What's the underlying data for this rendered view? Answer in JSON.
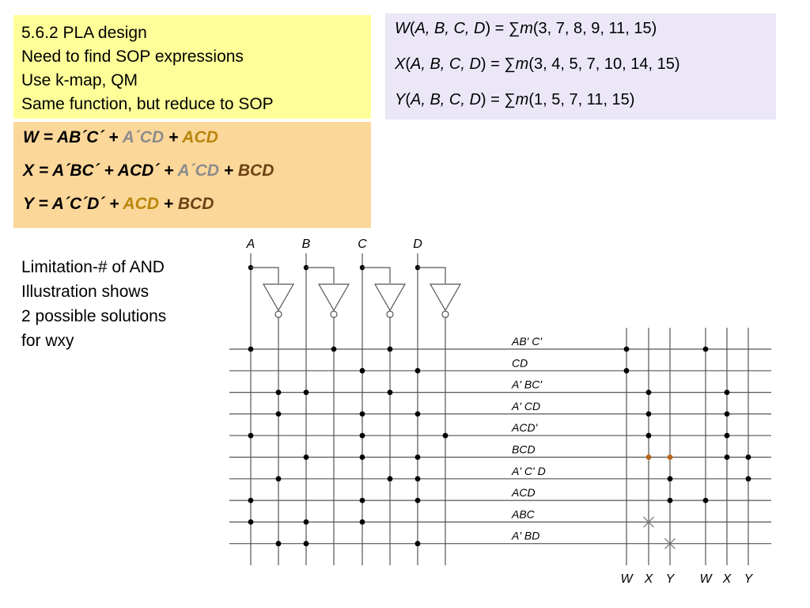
{
  "slide": {
    "intro_lines": [
      "5.6.2 PLA design",
      "Need to find SOP expressions",
      "Use k-map, QM",
      "Same function, but reduce to SOP"
    ],
    "minterm_functions": [
      {
        "fn": "W",
        "args": "A, B, C, D",
        "equals": ") =  ∑",
        "m": "m",
        "list": "(3, 7, 8, 9, 11, 15)"
      },
      {
        "fn": "X",
        "args": "A, B, C, D",
        "equals": ") =  ∑",
        "m": "m",
        "list": "(3, 4, 5, 7, 10, 14, 15)"
      },
      {
        "fn": "Y",
        "args": "A, B, C, D",
        "equals": ") =  ∑",
        "m": "m",
        "list": "(1, 5, 7, 11, 15)"
      }
    ],
    "sop_expressions": [
      {
        "lhs": "W = AB´C´  + ",
        "terms": [
          {
            "text": " A´CD ",
            "color": "#8c8c8c"
          },
          {
            "text": " +  ",
            "color": "#000000"
          },
          {
            "text": "ACD",
            "color": "#b8860b"
          }
        ]
      },
      {
        "lhs": "X = A´BC´  +  ACD´  + ",
        "terms": [
          {
            "text": " A´CD ",
            "color": "#8c8c8c"
          },
          {
            "text": " +  ",
            "color": "#000000"
          },
          {
            "text": "BCD",
            "color": "#6b4213"
          }
        ]
      },
      {
        "lhs": "Y = A´C´D´  + ",
        "terms": [
          {
            "text": " ACD ",
            "color": "#b8860b"
          },
          {
            "text": " +  ",
            "color": "#000000"
          },
          {
            "text": "BCD",
            "color": "#6b4213"
          }
        ]
      }
    ],
    "notes": [
      "Limitation-# of AND",
      "Illustration shows",
      "2 possible solutions",
      "for wxy"
    ]
  },
  "pla": {
    "inputs": [
      "A",
      "B",
      "C",
      "D"
    ],
    "columns": [
      "A",
      "A'",
      "B",
      "B'",
      "C",
      "C'",
      "D",
      "D'"
    ],
    "products": [
      "AB' C'",
      "CD",
      "A' BC'",
      "A' CD",
      "ACD'",
      "BCD",
      "A' C' D",
      "ACD",
      "ABC",
      "A' BD"
    ],
    "and_connections": [
      [
        "A",
        "B'",
        "C'"
      ],
      [
        "C",
        "D"
      ],
      [
        "A'",
        "B",
        "C'"
      ],
      [
        "A'",
        "C",
        "D"
      ],
      [
        "A",
        "C",
        "D'"
      ],
      [
        "B",
        "C",
        "D"
      ],
      [
        "A'",
        "C'",
        "D"
      ],
      [
        "A",
        "C",
        "D"
      ],
      [
        "A",
        "B",
        "C"
      ],
      [
        "A'",
        "B",
        "D"
      ]
    ],
    "output_groups": [
      [
        "W",
        "X",
        "Y"
      ],
      [
        "W",
        "X",
        "Y"
      ]
    ],
    "or_connections": [
      {
        "group": 0,
        "out": "W",
        "rows": [
          "AB' C'",
          "CD"
        ]
      },
      {
        "group": 0,
        "out": "X",
        "rows": [
          "A' BC'",
          "A' CD",
          "ACD'",
          "BCD"
        ]
      },
      {
        "group": 0,
        "out": "Y",
        "rows": [
          "BCD",
          "A' C' D",
          "ACD"
        ]
      },
      {
        "group": 1,
        "out": "W",
        "rows": [
          "AB' C'",
          "ACD"
        ]
      },
      {
        "group": 1,
        "out": "X",
        "rows": [
          "A' BC'",
          "A' CD",
          "ACD'",
          "BCD"
        ]
      },
      {
        "group": 1,
        "out": "Y",
        "rows": [
          "BCD",
          "A' C' D"
        ]
      }
    ],
    "shared_marks": [
      {
        "group": 0,
        "out": "X",
        "row": "BCD"
      },
      {
        "group": 0,
        "out": "Y",
        "row": "BCD"
      }
    ],
    "unused_marks": [
      {
        "group": 0,
        "out": "X",
        "row": "ABC"
      },
      {
        "group": 0,
        "out": "Y",
        "row": "A' BD"
      }
    ],
    "colors": {
      "line": "#555555",
      "dot": "#000000",
      "shared_dot": "#b5651d"
    }
  }
}
